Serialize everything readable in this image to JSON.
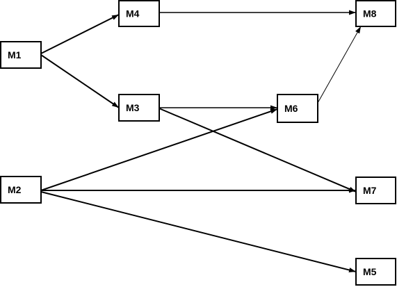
{
  "nodes": [
    {
      "id": "M1",
      "label": "M1"
    },
    {
      "id": "M2",
      "label": "M2"
    },
    {
      "id": "M3",
      "label": "M3"
    },
    {
      "id": "M4",
      "label": "M4"
    },
    {
      "id": "M5",
      "label": "M5"
    },
    {
      "id": "M6",
      "label": "M6"
    },
    {
      "id": "M7",
      "label": "M7"
    },
    {
      "id": "M8",
      "label": "M8"
    }
  ],
  "edges": [
    {
      "from": "M1",
      "to": "M4"
    },
    {
      "from": "M1",
      "to": "M3"
    },
    {
      "from": "M4",
      "to": "M8"
    },
    {
      "from": "M3",
      "to": "M6"
    },
    {
      "from": "M3",
      "to": "M7"
    },
    {
      "from": "M6",
      "to": "M8"
    },
    {
      "from": "M2",
      "to": "M6"
    },
    {
      "from": "M2",
      "to": "M7"
    },
    {
      "from": "M2",
      "to": "M5"
    }
  ],
  "colors": {
    "stroke": "#000000",
    "fill": "#ffffff"
  }
}
